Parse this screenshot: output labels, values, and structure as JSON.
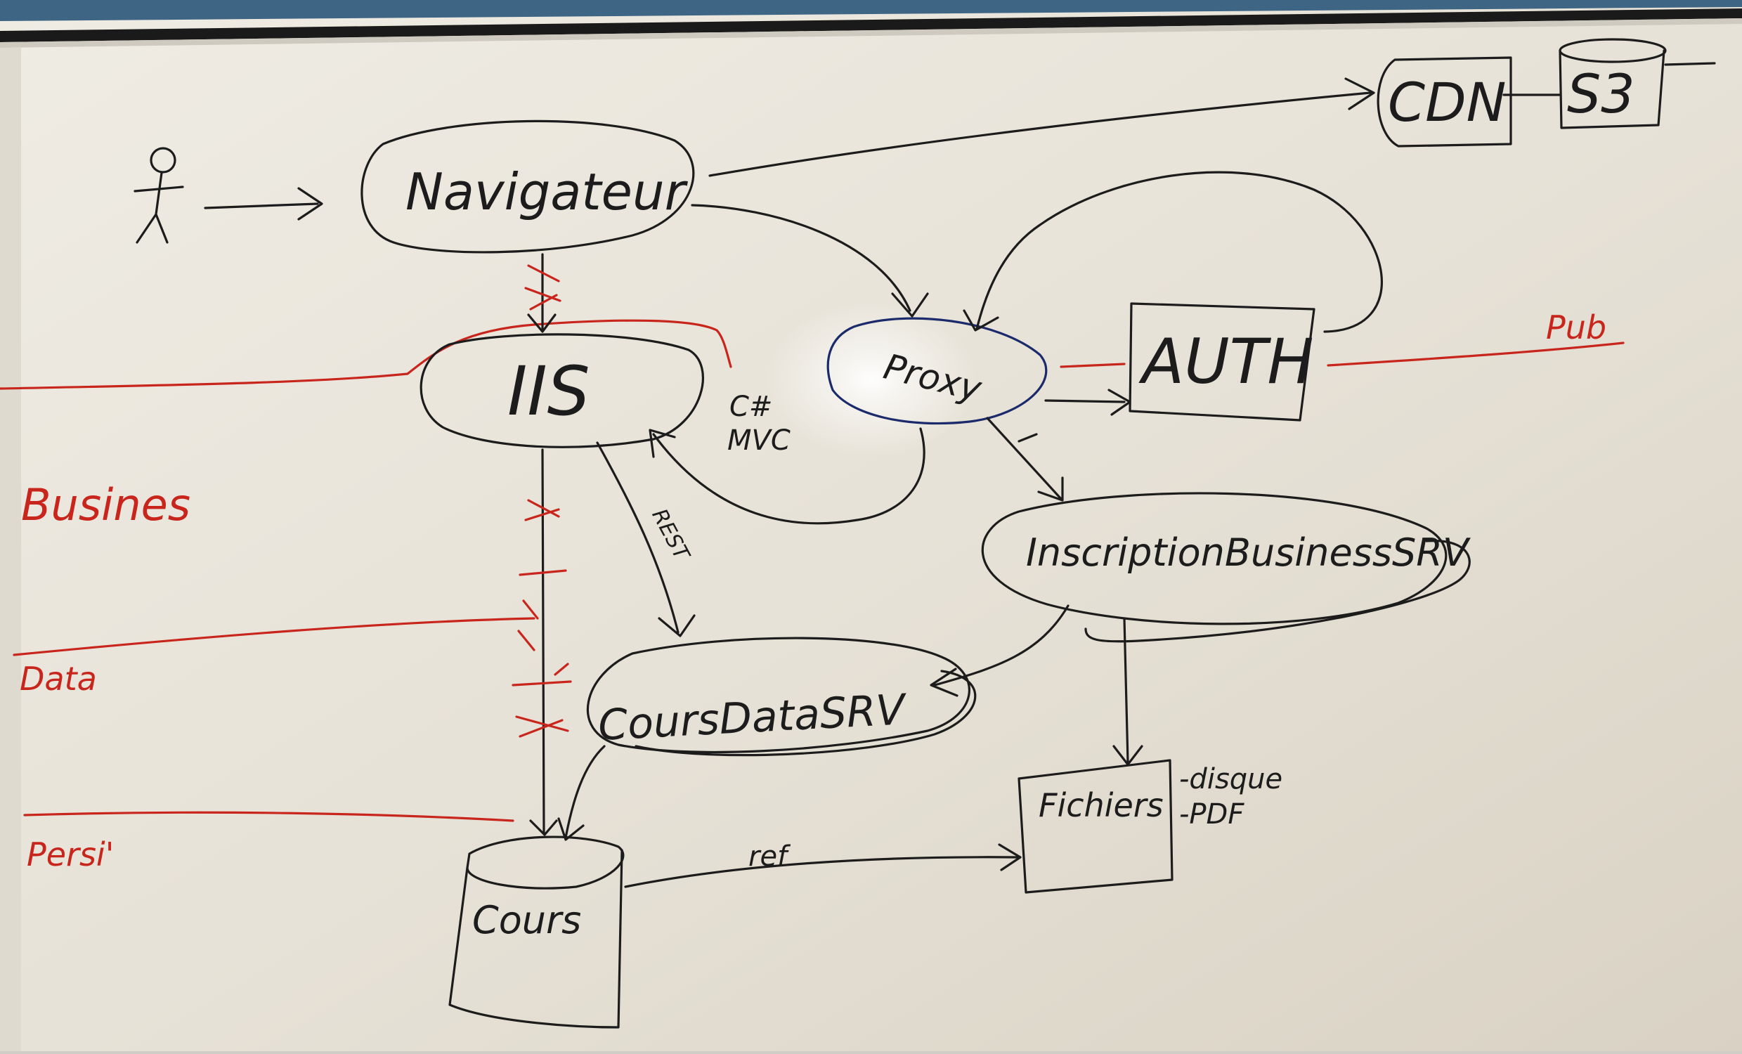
{
  "diagram": {
    "nodes": {
      "user": "",
      "navigateur": "Navigateur",
      "iis": "IIS",
      "proxy": "Proxy",
      "auth": "AUTH",
      "cdn": "CDN",
      "s3": "S3",
      "inscription": "InscriptionBusinessSRV",
      "coursdata": "CoursDataSRV",
      "cours_db": "Cours",
      "fichiers": "Fichiers"
    },
    "annotations": {
      "csharp": "C#",
      "mvc": "MVC",
      "rest": "REST",
      "ref": "ref",
      "disque": "-disque",
      "pdf": "-PDF"
    },
    "layers": {
      "pub": "Pub",
      "business": "Busines",
      "data": "Data",
      "persist": "Persi'"
    },
    "colors": {
      "ink": "#1c1c1c",
      "layer_red": "#c8261d",
      "proxy_blue": "#1b2a6b",
      "board": "#ebe7de",
      "frame": "#1a1a1a",
      "wall": "#3f6585"
    }
  }
}
